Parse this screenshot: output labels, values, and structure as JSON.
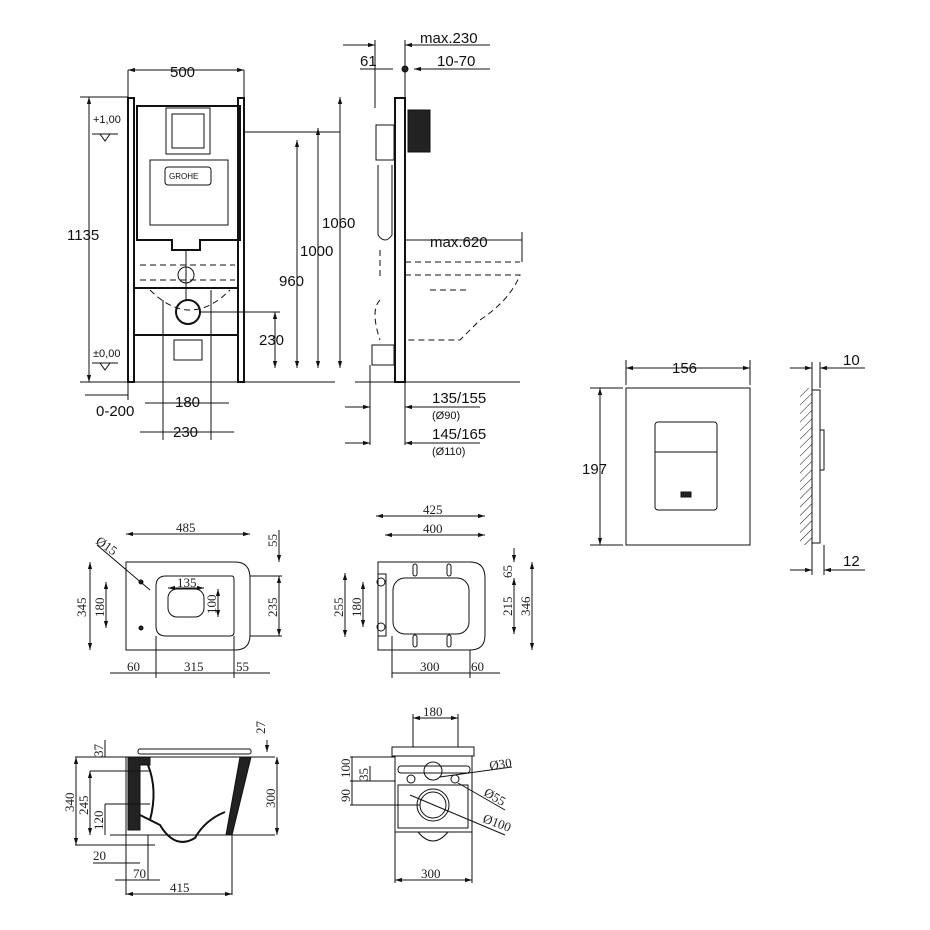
{
  "frame_front": {
    "width": "500",
    "height": "1135",
    "level_top": "+1,00",
    "level_zero": "±0,00",
    "h1060": "1060",
    "h1000": "1000",
    "h960": "960",
    "h230": "230",
    "adjust": "0-200",
    "w180": "180",
    "w230": "230",
    "brand": "GROHE"
  },
  "frame_side": {
    "max230": "max.230",
    "d61": "61",
    "d10_70": "10-70",
    "max620": "max.620",
    "d135_155": "135/155",
    "d90": "(Ø90)",
    "d145_165": "145/165",
    "d110": "(Ø110)"
  },
  "flush_plate": {
    "width": "156",
    "height": "197",
    "depth_top": "10",
    "depth_bottom": "12"
  },
  "bowl_top": {
    "w485": "485",
    "d15": "Ø15",
    "h345": "345",
    "h180": "180",
    "w135": "135",
    "h100": "100",
    "h55": "55",
    "h235": "235",
    "w60": "60",
    "w315": "315",
    "w55": "55"
  },
  "seat_top": {
    "w425": "425",
    "w400": "400",
    "h65": "65",
    "h215": "215",
    "h346": "346",
    "h255": "255",
    "h180": "180",
    "w300": "300",
    "w60": "60"
  },
  "bowl_side": {
    "h27": "27",
    "h37": "37",
    "h340": "340",
    "h245": "245",
    "h120": "120",
    "h300": "300",
    "w20": "20",
    "w70": "70",
    "w415": "415"
  },
  "bowl_back": {
    "w180": "180",
    "h100": "100",
    "h35": "35",
    "h90": "90",
    "d30": "Ø30",
    "d55": "Ø55",
    "d100": "Ø100",
    "w300": "300"
  }
}
